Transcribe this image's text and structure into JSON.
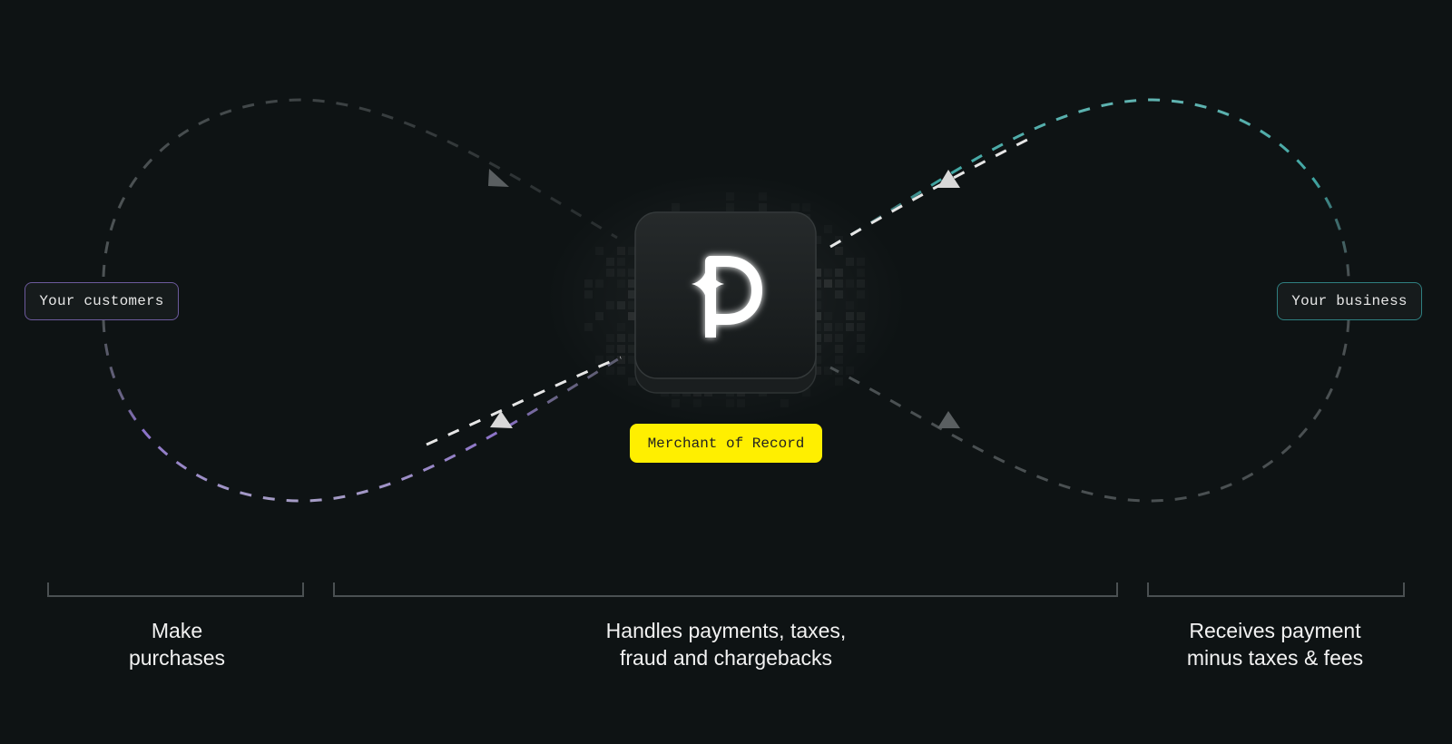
{
  "nodes": {
    "customers": "Your customers",
    "business": "Your business",
    "merchant": "Merchant of Record"
  },
  "logo": {
    "name": "polar-p-sparkle-logo"
  },
  "captions": {
    "left": "Make\npurchases",
    "center": "Handles payments, taxes,\nfraud and chargebacks",
    "right": "Receives payment\nminus taxes & fees"
  },
  "colors": {
    "background": "#0e1314",
    "customers_accent": "#8a70c8",
    "business_accent": "#3fa6a3",
    "merchant_badge": "#ffef00",
    "flow_line": "#dcdcdc",
    "muted_line": "#4a5052"
  }
}
